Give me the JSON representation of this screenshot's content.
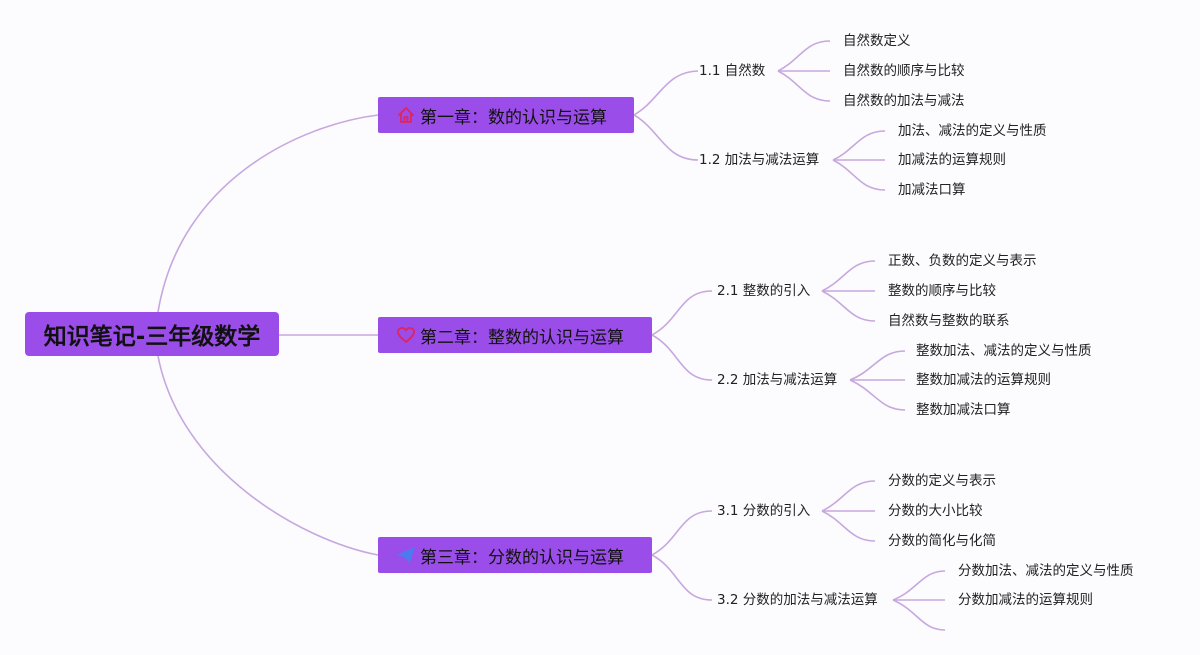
{
  "root": {
    "title": "知识笔记-三年级数学"
  },
  "chapters": [
    {
      "label": "第一章：数的认识与运算",
      "icon": "home-icon",
      "sections": [
        {
          "label": "1.1 自然数",
          "items": [
            "自然数定义",
            "自然数的顺序与比较",
            "自然数的加法与减法"
          ]
        },
        {
          "label": "1.2 加法与减法运算",
          "items": [
            "加法、减法的定义与性质",
            "加减法的运算规则",
            "加减法口算"
          ]
        }
      ]
    },
    {
      "label": "第二章：整数的认识与运算",
      "icon": "heart-icon",
      "sections": [
        {
          "label": "2.1 整数的引入",
          "items": [
            "正数、负数的定义与表示",
            "整数的顺序与比较",
            "自然数与整数的联系"
          ]
        },
        {
          "label": "2.2 加法与减法运算",
          "items": [
            "整数加法、减法的定义与性质",
            "整数加减法的运算规则",
            "整数加减法口算"
          ]
        }
      ]
    },
    {
      "label": "第三章：分数的认识与运算",
      "icon": "send-icon",
      "sections": [
        {
          "label": "3.1 分数的引入",
          "items": [
            "分数的定义与表示",
            "分数的大小比较",
            "分数的简化与化简"
          ]
        },
        {
          "label": "3.2 分数的加法与减法运算",
          "items": [
            "分数加法、减法的定义与性质",
            "分数加减法的运算规则",
            ""
          ]
        }
      ]
    }
  ],
  "colors": {
    "node_fill": "#9a4de8",
    "edge": "#c7a8de",
    "home_icon": "#e0245e",
    "heart_icon": "#e0245e",
    "send_icon": "#4a7cf0"
  }
}
